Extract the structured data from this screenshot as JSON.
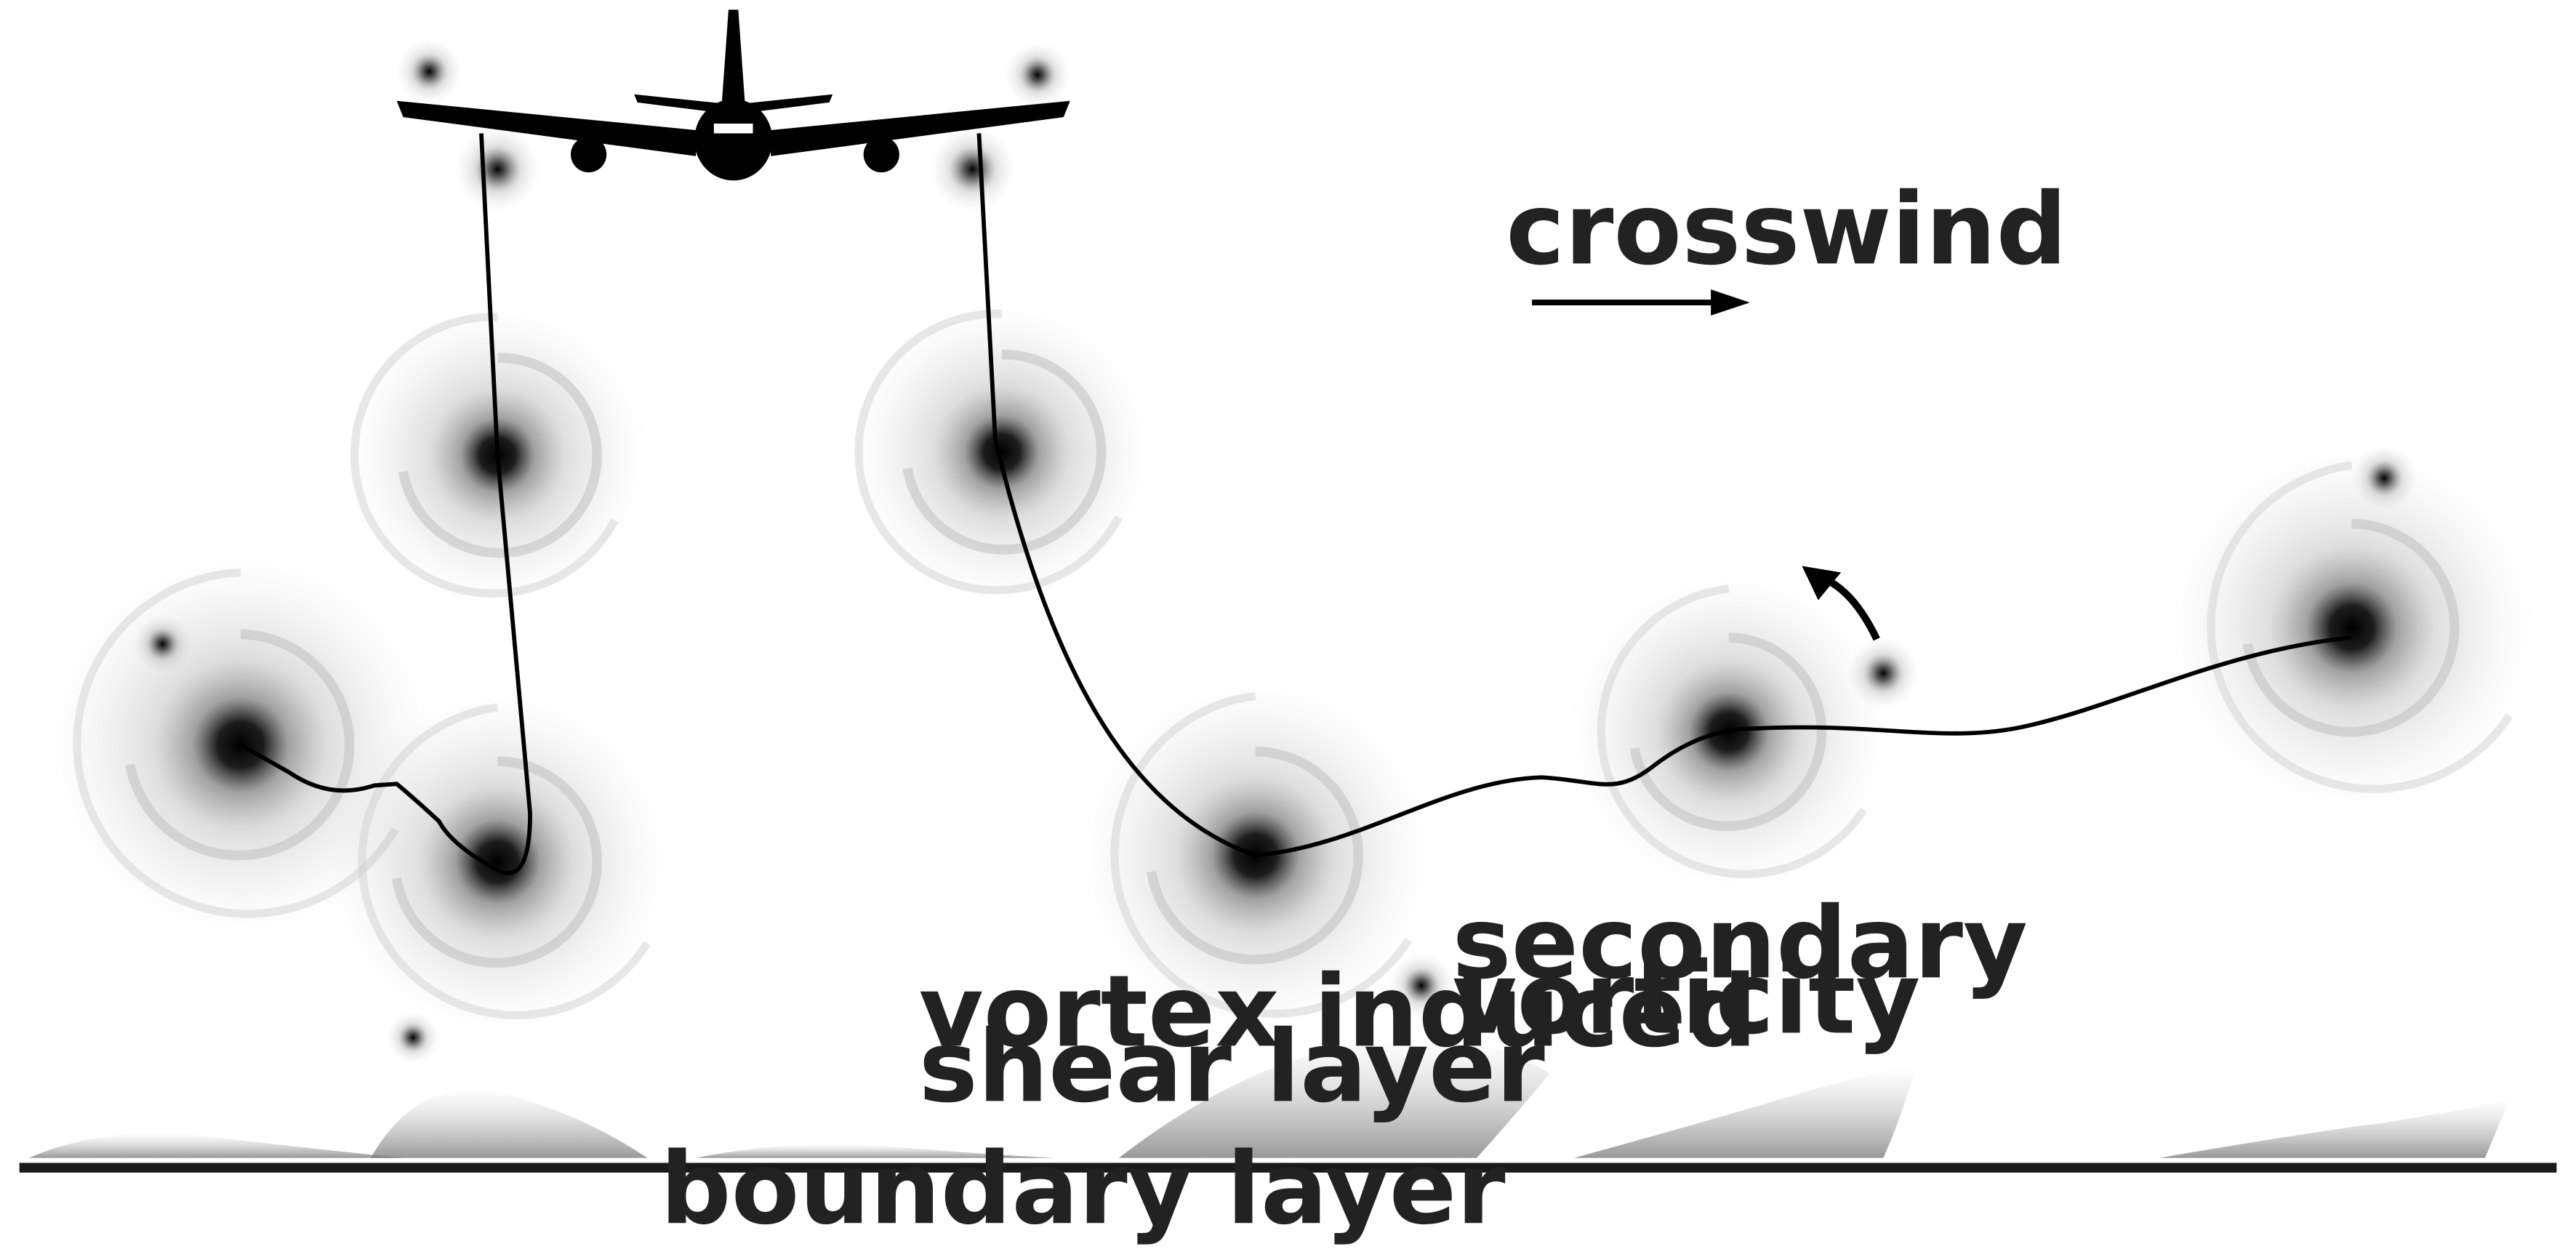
{
  "labels": {
    "crosswind": "crosswind",
    "secondary_vorticity_line1": "secondary",
    "secondary_vorticity_line2": "vorticity",
    "shear_layer_line1": "vortex induced",
    "shear_layer_line2": "shear layer",
    "boundary_layer": "boundary layer"
  },
  "colors": {
    "ink": "#000000",
    "label": "#222222",
    "ground": "#1a1a1a"
  }
}
